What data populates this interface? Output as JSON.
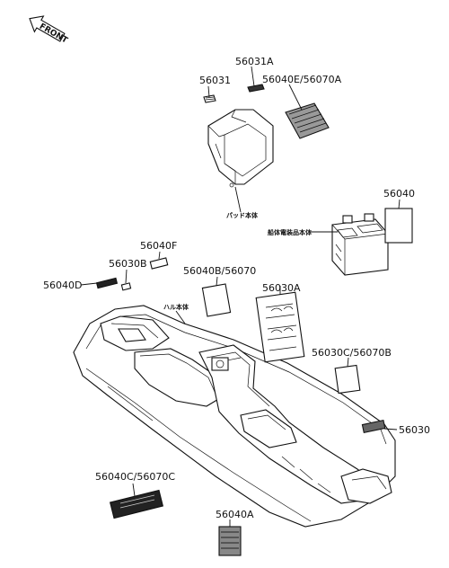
{
  "direction_arrow": {
    "text": "FRONT"
  },
  "part_labels": {
    "p56031A": "56031A",
    "p56031": "56031",
    "p56040E": "56040E/56070A",
    "p56040": "56040",
    "p56040F": "56040F",
    "p56030B": "56030B",
    "p56040D": "56040D",
    "p56040B": "56040B/56070",
    "p56030A": "56030A",
    "p56030C": "56030C/56070B",
    "p56030": "56030",
    "p56040C": "56040C/56070C",
    "p56040A": "56040A"
  },
  "japanese_notes": {
    "pad": "パッド本体",
    "battery": "船体電装品本体",
    "hull": "ハル本体"
  },
  "colors": {
    "line": "#111111",
    "background": "#ffffff"
  }
}
